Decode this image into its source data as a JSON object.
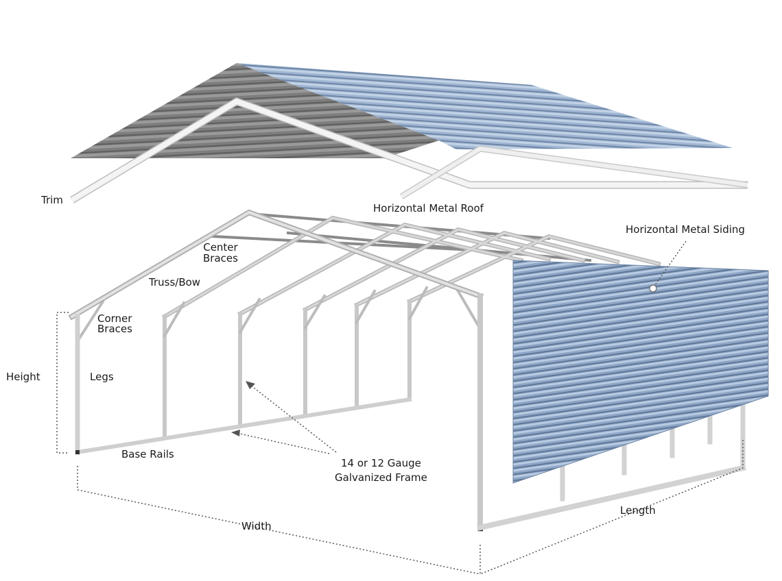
{
  "labels": {
    "trim": "Trim",
    "roof": "Horizontal Metal Roof",
    "siding": "Horizontal Metal Siding",
    "center_braces_1": "Center",
    "center_braces_2": "Braces",
    "truss": "Truss/Bow",
    "corner_braces_1": "Corner",
    "corner_braces_2": "Braces",
    "height": "Height",
    "legs": "Legs",
    "base_rails": "Base Rails",
    "gauge_1": "14 or 12 Gauge",
    "gauge_2": "Galvanized Frame",
    "width": "Width",
    "length": "Length"
  },
  "colors": {
    "roof_gray": "#7a7a7a",
    "roof_blue": "#9db4d2",
    "frame": "#d4d4d4",
    "trim": "#f2f2f2"
  }
}
